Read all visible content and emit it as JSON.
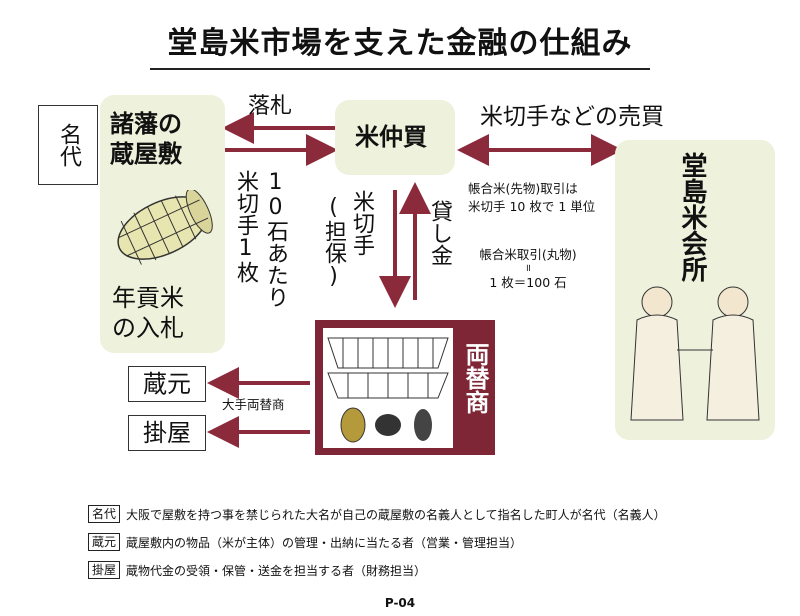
{
  "title": "堂島米市場を支えた金融の仕組み",
  "nodes": {
    "myodai": "名代",
    "kurayashiki": "諸藩の\n蔵屋敷",
    "nengumai": "年貢米\nの入札",
    "komenakagai": "米仲買",
    "dojima": "堂島米会所",
    "ryogaesho": "両替商",
    "kuramoto": "蔵元",
    "kakeya": "掛屋"
  },
  "labels": {
    "rakusatsu": "落札",
    "baibai": "米切手などの売買",
    "col1": "10石あたり",
    "col2": "米切手1枚",
    "kitte": "米切手",
    "tanpo": "(担保)",
    "kashikin": "貸し金",
    "ote": "大手両替商",
    "note1_line1": "帳合米(先物)取引は",
    "note1_line2": "米切手 10 枚で 1 単位",
    "note2_line1": "帳合米取引(丸物)",
    "note2_eq": "॥",
    "note2_line2": "1 枚＝100 石"
  },
  "legend": [
    {
      "tag": "名代",
      "text": "大阪で屋敷を持つ事を禁じられた大名が自己の蔵屋敷の名義人として指名した町人が名代（名義人）"
    },
    {
      "tag": "蔵元",
      "text": "蔵屋敷内の物品（米が主体）の管理・出納に当たる者（営業・管理担当）"
    },
    {
      "tag": "掛屋",
      "text": "蔵物代金の受領・保管・送金を担当する者（財務担当）"
    }
  ],
  "page_number": "P-04",
  "colors": {
    "arrow": "#8b2a3a",
    "panel": "#eef2dc",
    "maroon": "#7e2536"
  }
}
